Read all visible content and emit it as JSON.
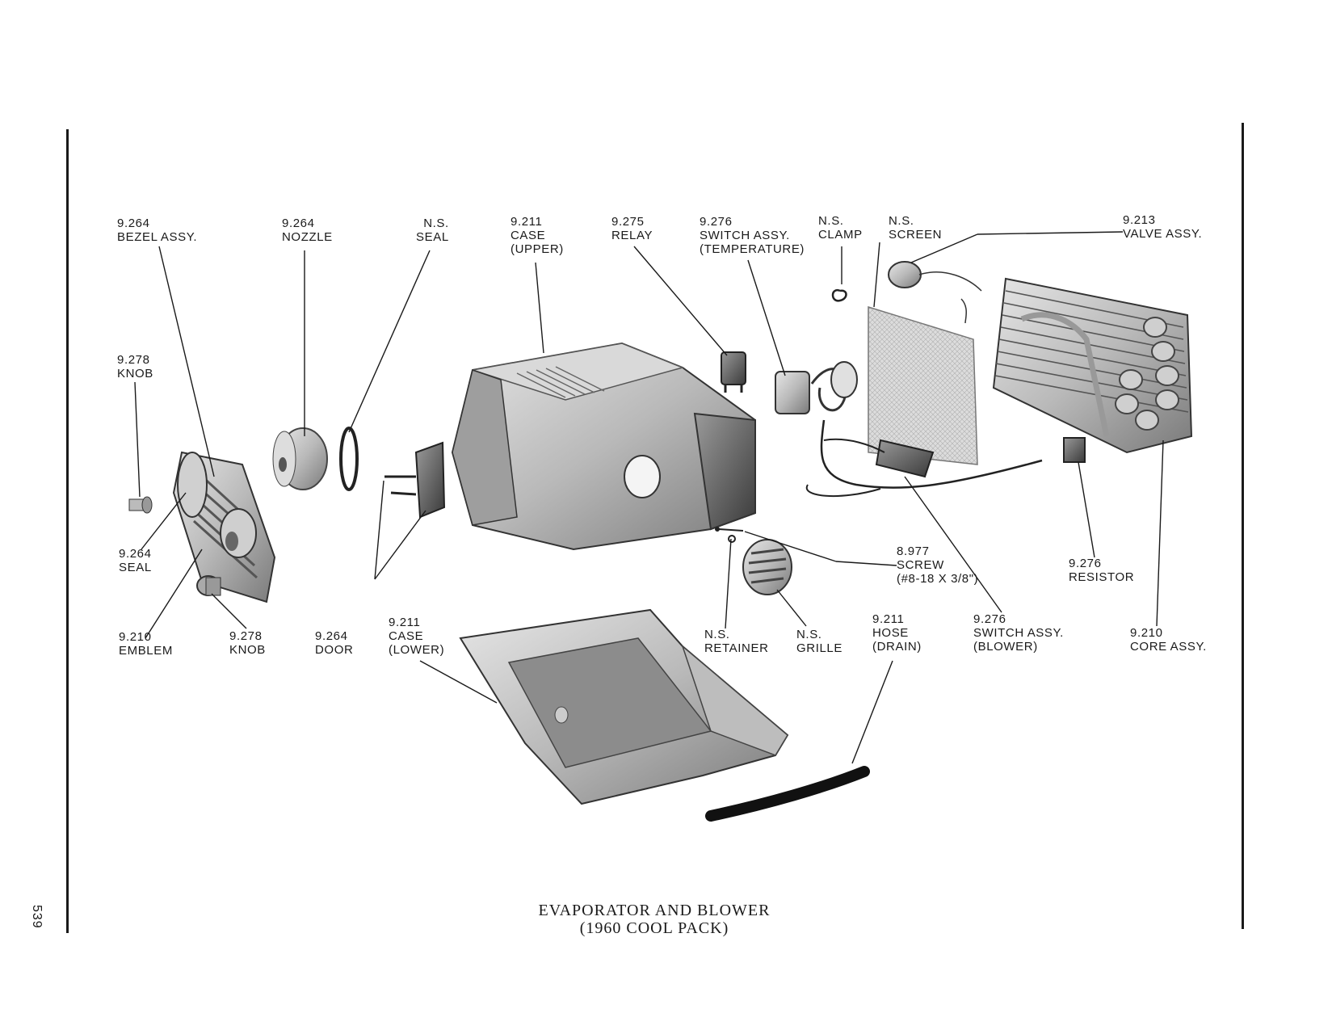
{
  "title": {
    "line1": "EVAPORATOR AND BLOWER",
    "line2": "(1960 COOL PACK)"
  },
  "page_number": "539",
  "labels": {
    "bezel_assy": {
      "num": "9.264",
      "name": "BEZEL ASSY."
    },
    "nozzle": {
      "num": "9.264",
      "name": "NOZZLE"
    },
    "seal_ns": {
      "num": "N.S.",
      "name": "SEAL"
    },
    "case_upper": {
      "num": "9.211",
      "name": "CASE",
      "note": "(UPPER)"
    },
    "relay": {
      "num": "9.275",
      "name": "RELAY"
    },
    "switch_temp": {
      "num": "9.276",
      "name": "SWITCH ASSY.",
      "note": "(TEMPERATURE)"
    },
    "clamp": {
      "num": "N.S.",
      "name": "CLAMP"
    },
    "screen": {
      "num": "N.S.",
      "name": "SCREEN"
    },
    "valve_assy": {
      "num": "9.213",
      "name": "VALVE ASSY."
    },
    "knob_top": {
      "num": "9.278",
      "name": "KNOB"
    },
    "seal_9264": {
      "num": "9.264",
      "name": "SEAL"
    },
    "emblem": {
      "num": "9.210",
      "name": "EMBLEM"
    },
    "knob_bottom": {
      "num": "9.278",
      "name": "KNOB"
    },
    "door": {
      "num": "9.264",
      "name": "DOOR"
    },
    "case_lower": {
      "num": "9.211",
      "name": "CASE",
      "note": "(LOWER)"
    },
    "screw": {
      "num": "8.977",
      "name": "SCREW",
      "note": "(#8-18 x 3/8\")"
    },
    "retainer": {
      "num": "N.S.",
      "name": "RETAINER"
    },
    "grille": {
      "num": "N.S.",
      "name": "GRILLE"
    },
    "hose": {
      "num": "9.211",
      "name": "HOSE",
      "note": "(DRAIN)"
    },
    "switch_blower": {
      "num": "9.276",
      "name": "SWITCH ASSY.",
      "note": "(BLOWER)"
    },
    "resistor": {
      "num": "9.276",
      "name": "RESISTOR"
    },
    "core_assy": {
      "num": "9.210",
      "name": "CORE ASSY."
    }
  }
}
